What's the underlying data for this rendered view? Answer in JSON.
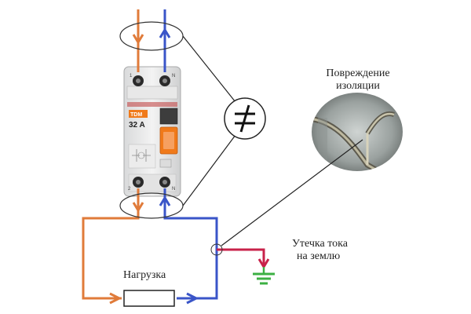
{
  "breaker": {
    "brand": "TDM",
    "rating": "32 A",
    "terminal_top_left": "1",
    "terminal_top_right": "N",
    "terminal_bottom_left": "2",
    "terminal_bottom_right": "N"
  },
  "not_equal_symbol": "≠",
  "labels": {
    "insulation_damage_line1": "Повреждение",
    "insulation_damage_line2": "изоляции",
    "leakage_line1": "Утечка тока",
    "leakage_line2": "на землю",
    "load": "Нагрузка"
  },
  "colors": {
    "phase": "#e07b3a",
    "neutral": "#3a55c8",
    "leak": "#c8224a",
    "ground": "#3cb043",
    "breaker_accent": "#f07a1a"
  },
  "icons": {
    "ground": "ground-icon",
    "not_equal": "not-equal-icon"
  }
}
